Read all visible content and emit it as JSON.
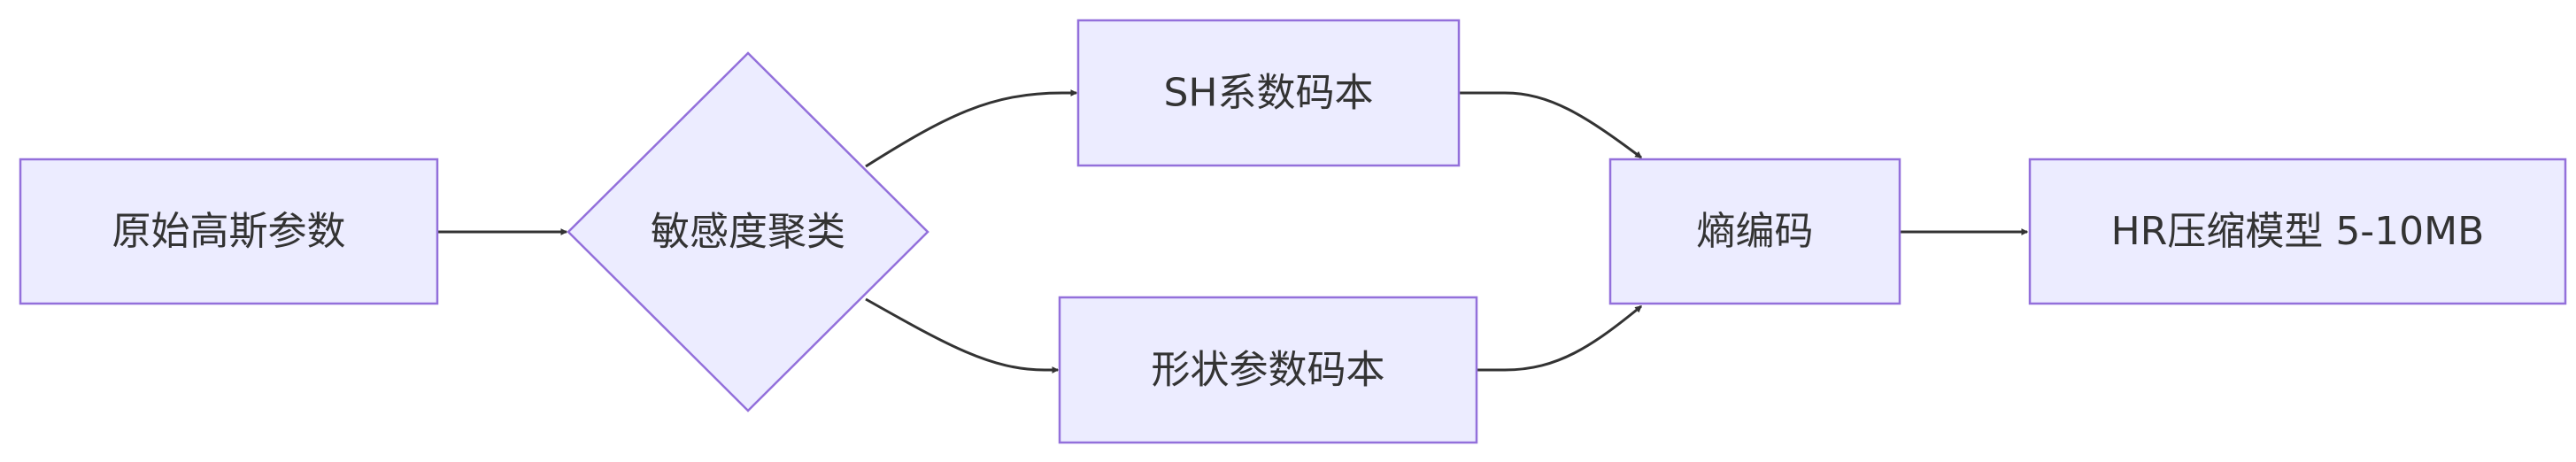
{
  "diagram": {
    "type": "flowchart",
    "direction": "left-to-right",
    "colors": {
      "node_fill": "#ececff",
      "node_stroke": "#9370db",
      "edge": "#333333",
      "text": "#333333"
    },
    "nodes": {
      "raw": {
        "label": "原始高斯参数",
        "shape": "rect"
      },
      "cluster": {
        "label": "敏感度聚类",
        "shape": "diamond"
      },
      "sh": {
        "label": "SH系数码本",
        "shape": "rect"
      },
      "shape": {
        "label": "形状参数码本",
        "shape": "rect"
      },
      "entropy": {
        "label": "熵编码",
        "shape": "rect"
      },
      "hr": {
        "label": "HR压缩模型 5-10MB",
        "shape": "rect"
      }
    },
    "edges": [
      {
        "from": "raw",
        "to": "cluster"
      },
      {
        "from": "cluster",
        "to": "sh"
      },
      {
        "from": "cluster",
        "to": "shape"
      },
      {
        "from": "sh",
        "to": "entropy"
      },
      {
        "from": "shape",
        "to": "entropy"
      },
      {
        "from": "entropy",
        "to": "hr"
      }
    ]
  }
}
